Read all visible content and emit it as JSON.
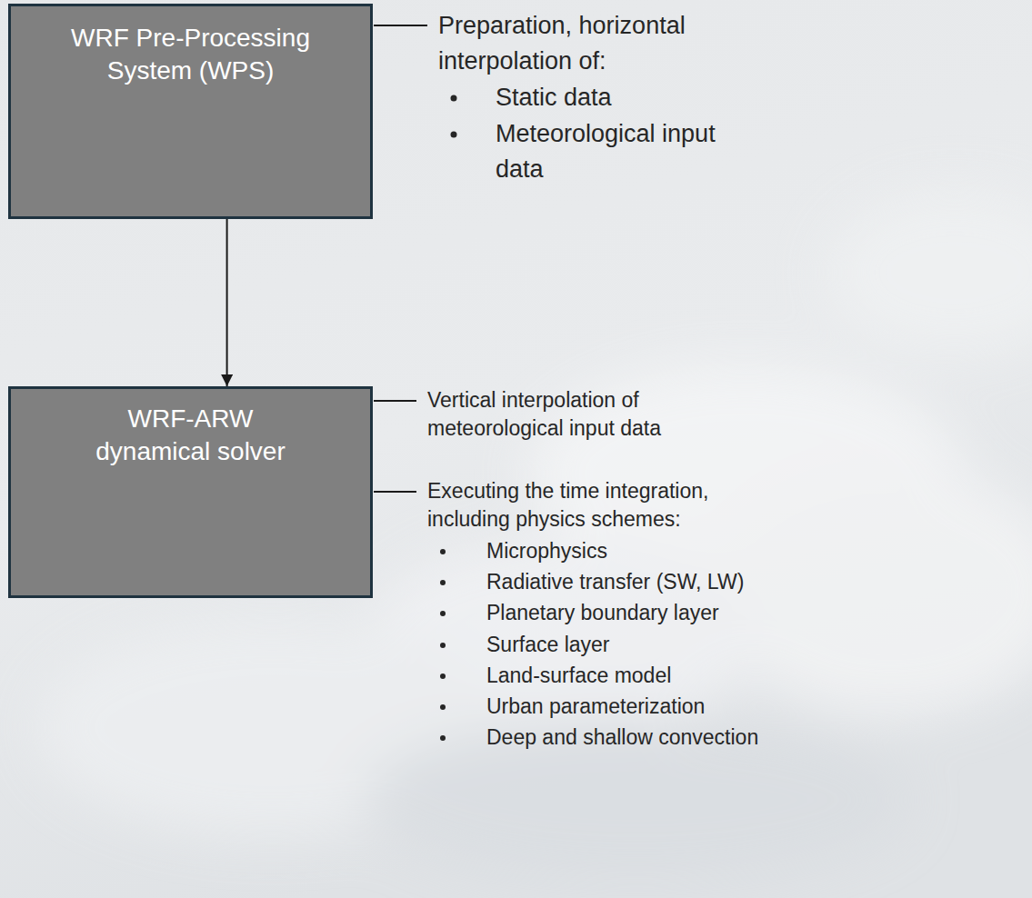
{
  "diagram": {
    "nodes": [
      {
        "text": [
          "WRF Pre-Processing System (WPS)"
        ]
      },
      {
        "text": [
          "WRF-ARW dynamical solver"
        ]
      }
    ],
    "edges": [
      {
        "from": 0,
        "to": 1,
        "arrow": "to"
      }
    ],
    "labels": [
      "Preparation, horizontal interpolation of:",
      "Static data",
      "Meteorological input data",
      "Vertical interpolation of meteorological input data",
      "Executing the time integration, including physics schemes:",
      "Microphysics",
      "Radiative transfer (SW, LW)",
      "Planetary boundary layer",
      "Surface layer",
      "Land-surface model",
      "Urban parameterization",
      "Deep and shallow convection"
    ]
  }
}
